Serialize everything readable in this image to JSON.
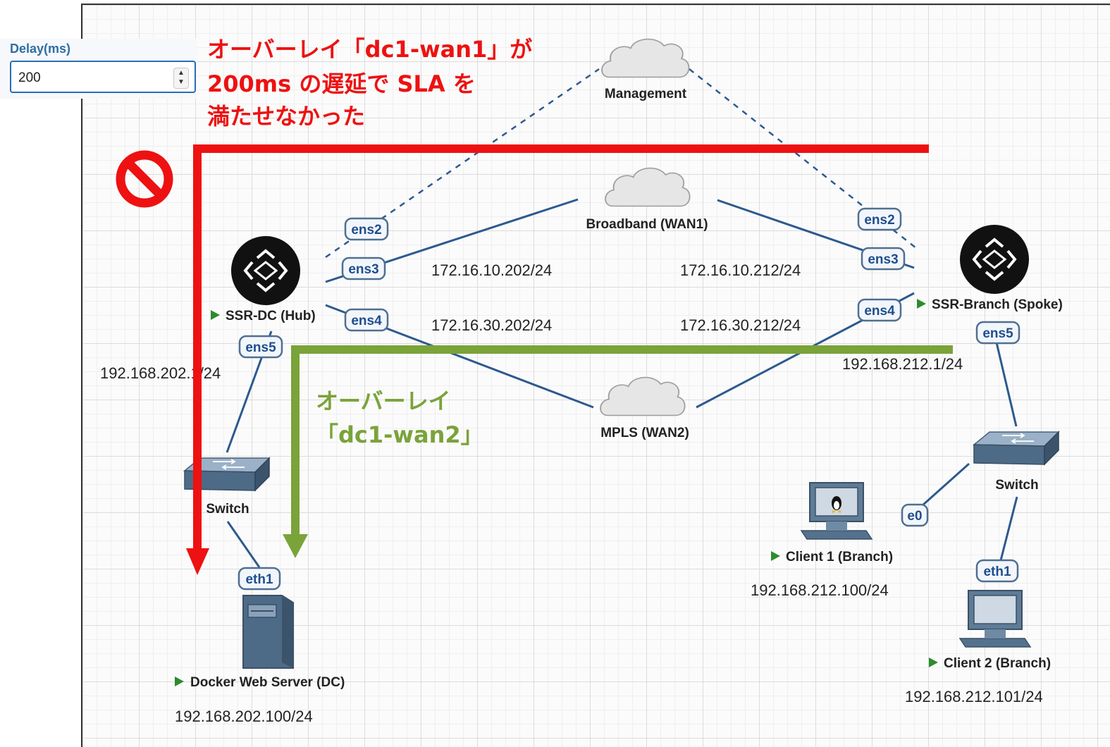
{
  "delay_control": {
    "label": "Delay(ms)",
    "value": "200"
  },
  "annotations": {
    "red": [
      "オーバーレイ「dc1-wan1」が",
      "200ms の遅延で SLA を",
      "満たせなかった"
    ],
    "green": [
      "オーバーレイ",
      "「dc1-wan2」"
    ]
  },
  "clouds": {
    "management": "Management",
    "broadband": "Broadband (WAN1)",
    "mpls": "MPLS (WAN2)"
  },
  "nodes": {
    "ssr_dc": "SSR-DC (Hub)",
    "ssr_branch": "SSR-Branch (Spoke)",
    "switch_dc": "Switch",
    "switch_branch": "Switch",
    "docker": "Docker Web Server (DC)",
    "client1": "Client 1 (Branch)",
    "client2": "Client 2 (Branch)"
  },
  "interfaces": {
    "dc_ens2": "ens2",
    "dc_ens3": "ens3",
    "dc_ens4": "ens4",
    "dc_ens5": "ens5",
    "br_ens2": "ens2",
    "br_ens3": "ens3",
    "br_ens4": "ens4",
    "br_ens5": "ens5",
    "docker_eth1": "eth1",
    "client1_e0": "e0",
    "client2_eth1": "eth1"
  },
  "ip_labels": {
    "dc_wan1": "172.16.10.202/24",
    "br_wan1": "172.16.10.212/24",
    "dc_wan2": "172.16.30.202/24",
    "br_wan2": "172.16.30.212/24",
    "dc_lan": "192.168.202.1/24",
    "br_lan": "192.168.212.1/24",
    "docker": "192.168.202.100/24",
    "client1": "192.168.212.100/24",
    "client2": "192.168.212.101/24"
  },
  "colors": {
    "red_path": "#ee1111",
    "green_path": "#7aa33a",
    "link": "#2d5a8e",
    "status_play": "#2e8b2e"
  },
  "icons": {
    "router": "router-icon",
    "switch": "switch-icon",
    "server": "server-icon",
    "workstation": "workstation-icon",
    "cloud": "cloud-icon",
    "blocked": "no-entry-icon"
  }
}
